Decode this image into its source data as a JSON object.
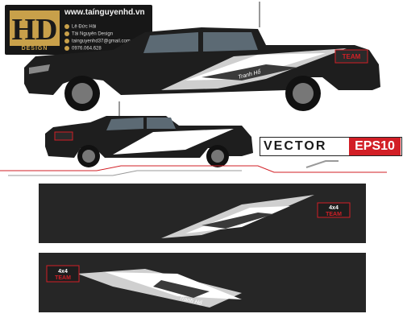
{
  "brand": {
    "logo_text": "HD",
    "logo_tag": "DESIGN",
    "site_url": "www.taínguyenhd.vn",
    "contacts": [
      {
        "icon": "facebook-icon",
        "text": "Lê Đức Hải"
      },
      {
        "icon": "facebook-icon",
        "text": "Tài Nguyên Design"
      },
      {
        "icon": "email-icon",
        "text": "tainguyenhd37@gmail.com"
      },
      {
        "icon": "phone-icon",
        "text": "0976.064.628"
      }
    ]
  },
  "badge": {
    "part1": "VECTOR",
    "part2": "EPS10"
  },
  "decal": {
    "team_top": "4x4",
    "team_bottom": "TEAM",
    "script": "Tranh Hổ"
  },
  "colors": {
    "accent_red": "#d21f26",
    "gold": "#c8a04a",
    "truck_black": "#1e1e1e",
    "panel_bg": "#262626"
  }
}
